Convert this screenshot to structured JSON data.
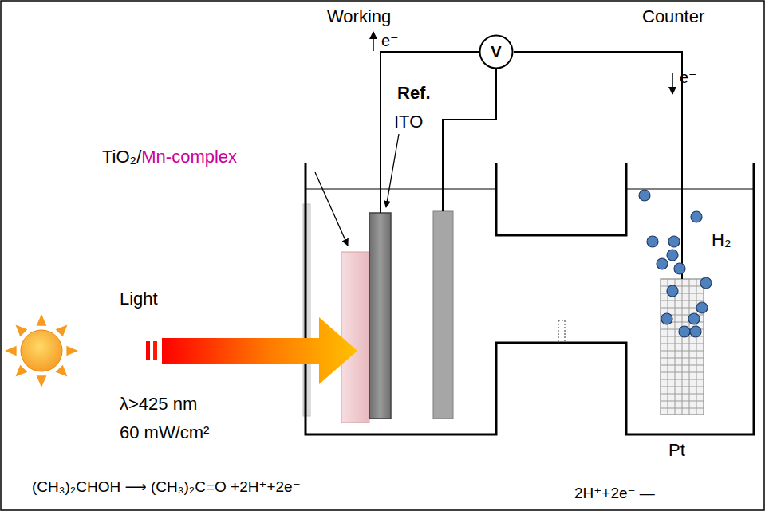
{
  "diagram": {
    "nodes": [
      {
        "text": [
          "V"
        ]
      }
    ],
    "labels": [
      "Working",
      "Counter",
      "e⁻",
      "Ref.",
      "e⁻",
      "TiO₂/",
      "Mn-complex",
      "ITO",
      "H₂",
      "Light",
      "λ>425 nm",
      "60 mW/cm²",
      "Pt",
      "(CH₃)₂CHOH ⟶ (CH₃)₂C=O +2H⁺+2e⁻",
      "2H⁺+2e⁻ —"
    ]
  }
}
